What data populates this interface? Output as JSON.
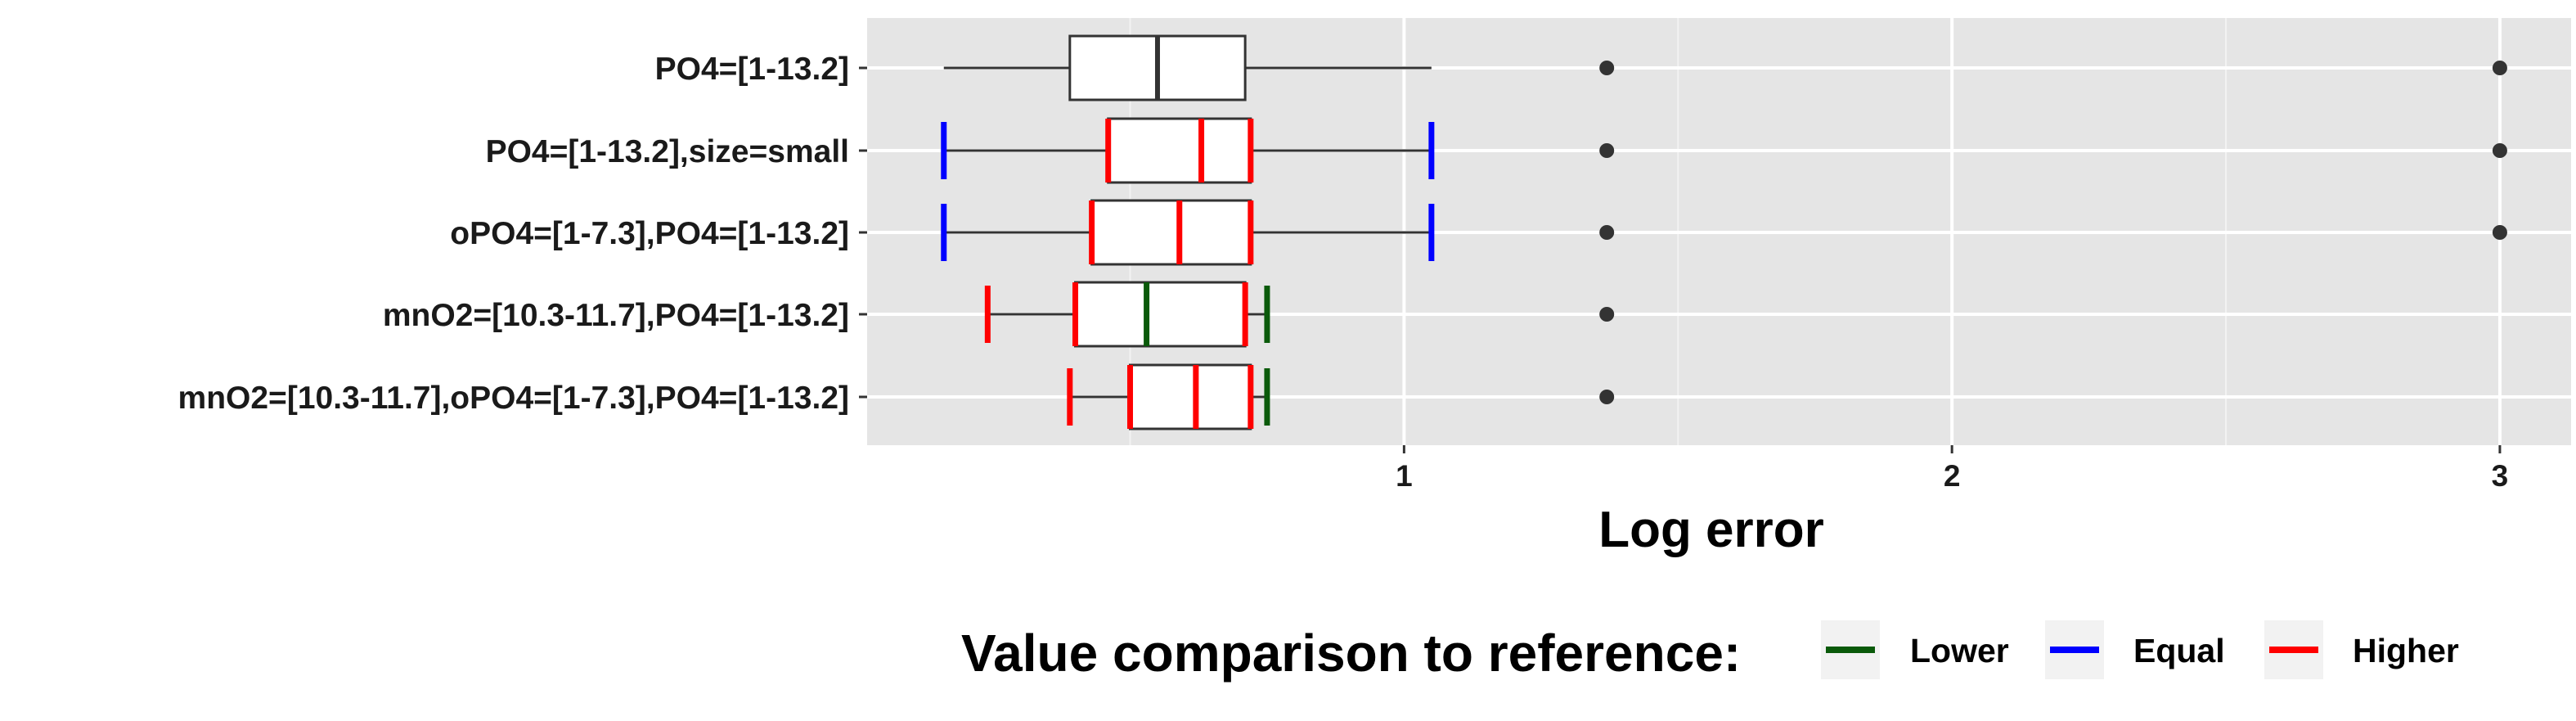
{
  "chart_data": {
    "type": "boxplot",
    "xlabel": "Log error",
    "xlim": [
      0.02,
      3.13
    ],
    "xticks": [
      1,
      2,
      3
    ],
    "grid": true,
    "panel_background": "#e5e5e5",
    "categories": [
      "PO4=[1-13.2]",
      "PO4=[1-13.2],size=small",
      "oPO4=[1-7.3],PO4=[1-13.2]",
      "mnO2=[10.3-11.7],PO4=[1-13.2]",
      "mnO2=[10.3-11.7],oPO4=[1-7.3],PO4=[1-13.2]"
    ],
    "boxes": [
      {
        "label": "PO4=[1-13.2]",
        "whisker_low": 0.16,
        "q1": 0.39,
        "median": 0.55,
        "q3": 0.71,
        "whisker_high": 1.05,
        "outliers": [
          1.37,
          3.0
        ],
        "marks": {}
      },
      {
        "label": "PO4=[1-13.2],size=small",
        "whisker_low": 0.16,
        "q1": 0.46,
        "median": 0.63,
        "q3": 0.72,
        "whisker_high": 1.05,
        "outliers": [
          1.37,
          3.0
        ],
        "marks": {
          "whisker_low": "Equal",
          "q1": "Higher",
          "median": "Higher",
          "q3": "Higher",
          "whisker_high": "Equal"
        }
      },
      {
        "label": "oPO4=[1-7.3],PO4=[1-13.2]",
        "whisker_low": 0.16,
        "q1": 0.43,
        "median": 0.59,
        "q3": 0.72,
        "whisker_high": 1.05,
        "outliers": [
          1.37,
          3.0
        ],
        "marks": {
          "whisker_low": "Equal",
          "q1": "Higher",
          "median": "Higher",
          "q3": "Higher",
          "whisker_high": "Equal"
        }
      },
      {
        "label": "mnO2=[10.3-11.7],PO4=[1-13.2]",
        "whisker_low": 0.24,
        "q1": 0.4,
        "median": 0.53,
        "q3": 0.71,
        "whisker_high": 0.75,
        "outliers": [
          1.37
        ],
        "marks": {
          "whisker_low": "Higher",
          "q1": "Higher",
          "median": "Lower",
          "q3": "Higher",
          "whisker_high": "Lower"
        }
      },
      {
        "label": "mnO2=[10.3-11.7],oPO4=[1-7.3],PO4=[1-13.2]",
        "whisker_low": 0.39,
        "q1": 0.5,
        "median": 0.62,
        "q3": 0.72,
        "whisker_high": 0.75,
        "outliers": [
          1.37
        ],
        "marks": {
          "whisker_low": "Higher",
          "q1": "Higher",
          "median": "Higher",
          "q3": "Higher",
          "whisker_high": "Lower"
        }
      }
    ],
    "legend": {
      "title": "Value comparison to reference:",
      "position": "bottom",
      "items": [
        {
          "label": "Lower",
          "color": "#0a5a0a"
        },
        {
          "label": "Equal",
          "color": "#0000ff"
        },
        {
          "label": "Higher",
          "color": "#ff0000"
        }
      ]
    }
  }
}
